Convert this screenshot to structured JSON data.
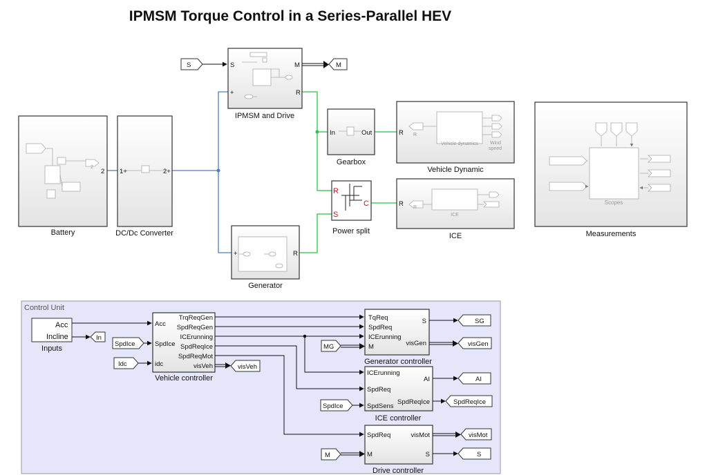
{
  "title": "IPMSM Torque Control in a Series-Parallel HEV",
  "physical": {
    "battery": {
      "label": "Battery",
      "port": "2",
      "inner": "2"
    },
    "dcdc": {
      "label": "DC/Dc Converter",
      "port_in": "1+",
      "port_out": "2+"
    },
    "ipmsm": {
      "label": "IPMSM and Drive",
      "port_s": "S",
      "port_plus": "+",
      "port_m": "M",
      "port_r": "R"
    },
    "generator": {
      "label": "Generator",
      "port_plus": "+",
      "port_r": "R"
    },
    "gearbox": {
      "label": "Gearbox",
      "port_in": "In",
      "port_out": "Out"
    },
    "power_split": {
      "label": "Power split",
      "port_r": "R",
      "port_s": "S",
      "port_c": "C"
    },
    "vehicle_dynamic": {
      "label": "Vehicle Dynamic",
      "port_r": "R",
      "inner_r": "R",
      "inner_box": "Vehicle dynamics",
      "inner_wind": "Wind",
      "inner_speed": "speed"
    },
    "ice": {
      "label": "ICE",
      "port_r": "R",
      "inner_r": "R",
      "inner_box": "ICE"
    },
    "measurements": {
      "label": "Measurements",
      "inner_box": "Scopes"
    },
    "tag_s_in": "S",
    "tag_m_out": "M"
  },
  "control": {
    "area_label": "Control Unit",
    "inputs": {
      "label": "Inputs",
      "port_acc": "Acc",
      "port_incline": "Incline"
    },
    "tag_in": "In",
    "tag_spdice": "SpdIce",
    "tag_idc": "Idc",
    "vehicle_controller": {
      "label": "Vehicle controller",
      "inputs": [
        "Acc",
        "SpdIce",
        "idc"
      ],
      "outputs": [
        "TrqReqGen",
        "SpdReqGen",
        "ICErunning",
        "SpdReqIce",
        "SpdReqMot",
        "visVeh"
      ]
    },
    "tag_visveh": "visVeh",
    "generator_controller": {
      "label": "Generator controller",
      "inputs": [
        "TqReq",
        "SpdReq",
        "ICErunning",
        "M"
      ],
      "outputs": [
        "S",
        "visGen"
      ]
    },
    "tag_mg": "MG",
    "tag_sg": "SG",
    "tag_visgen": "visGen",
    "ice_controller": {
      "label": "ICE controller",
      "inputs": [
        "ICErunning",
        "SpdReq",
        "SpdSens"
      ],
      "outputs": [
        "AI",
        "SpdReqIce"
      ]
    },
    "tag_spdice2": "SpdIce",
    "tag_ai": "AI",
    "tag_spdreqice": "SpdReqIce",
    "drive_controller": {
      "label": "Drive controller",
      "inputs": [
        "SpdReq",
        "M"
      ],
      "outputs": [
        "visMot",
        "S"
      ]
    },
    "tag_m": "M",
    "tag_vismot": "visMot",
    "tag_s": "S"
  }
}
